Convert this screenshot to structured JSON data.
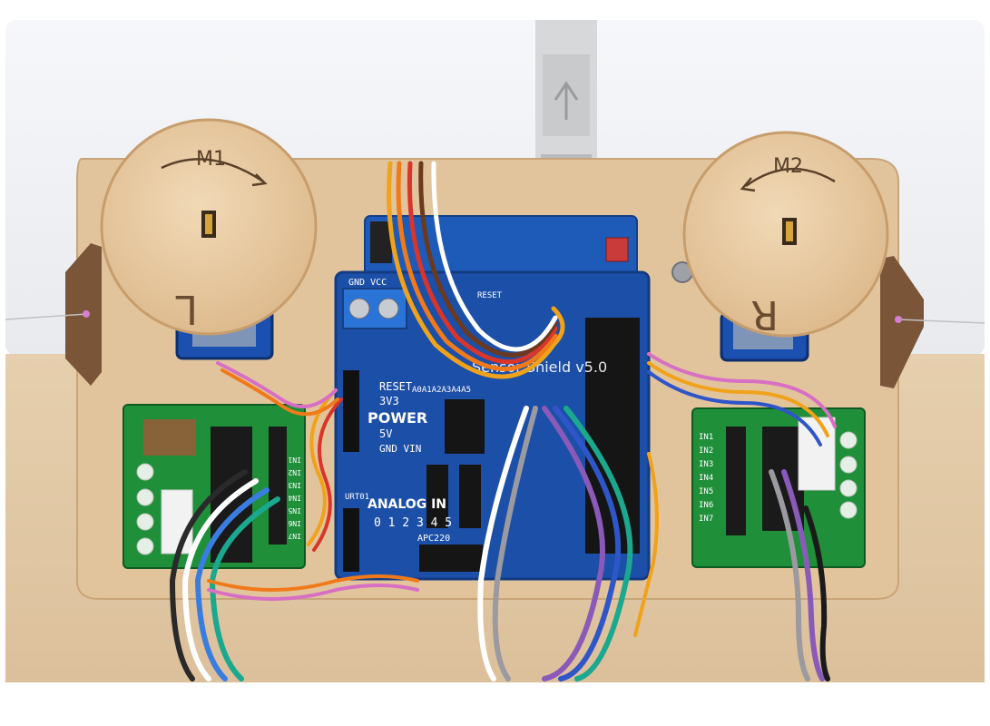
{
  "photo": {
    "disc_left": {
      "arrow_label": "M1",
      "letter": "L"
    },
    "disc_right": {
      "arrow_label": "M2",
      "letter": "R"
    },
    "shield": {
      "title": "Sensor Shield v5.0",
      "power_header": "POWER",
      "reset_label": "RESET",
      "v33_label": "3V3",
      "v5_label": "5V",
      "gnd_vin_label": "GND VIN",
      "analog_header": "ANALOG IN",
      "analog_pins": "0 1 2 3 4 5",
      "terminal_label": "GND VCC",
      "apc_label": "APC220",
      "urt_label": "URT01",
      "top_reset": "RESET",
      "a_pins": "A0A1A2A3A4A5"
    },
    "driver_right": {
      "inputs": [
        "IN1",
        "IN2",
        "IN3",
        "IN4",
        "IN5",
        "IN6",
        "IN7"
      ]
    },
    "driver_left": {
      "inputs": [
        "IN1",
        "IN2",
        "IN3",
        "IN4",
        "IN5",
        "IN6",
        "IN7"
      ]
    },
    "colors": {
      "background": "#f3f4f7",
      "wood": "#e4c9a4",
      "board_blue": "#1c4fa8",
      "driver_green": "#1f8f3a",
      "motor_blue": "#1b4fb0"
    }
  }
}
